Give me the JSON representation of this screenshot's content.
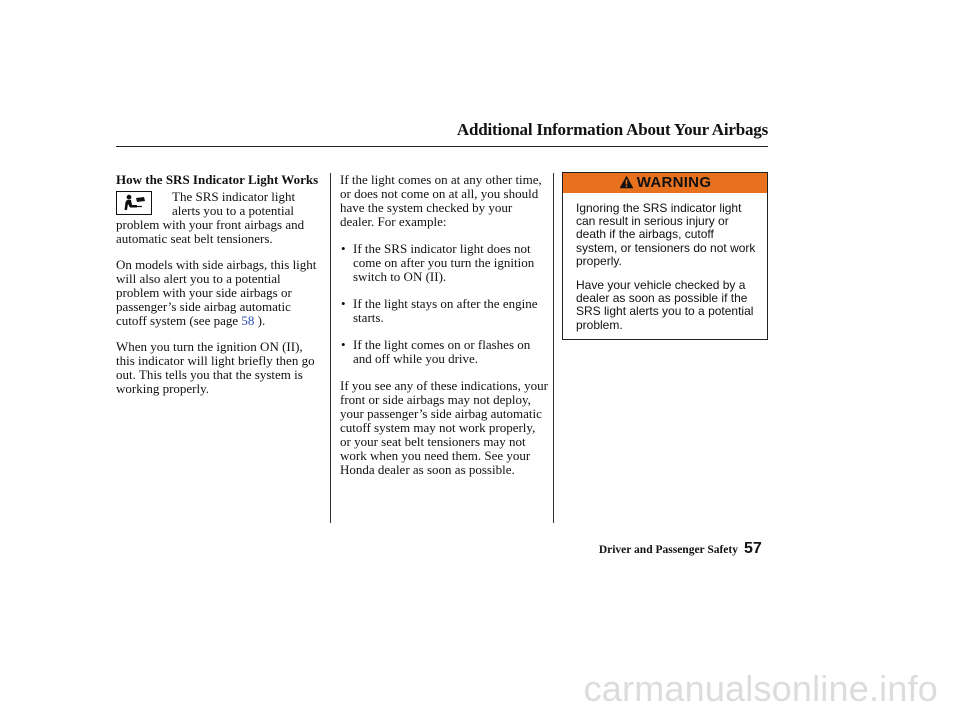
{
  "header": {
    "title": "Additional Information About Your Airbags"
  },
  "left_column": {
    "heading": "How the SRS Indicator Light Works",
    "indicator_icon": "srs-airbag-indicator-icon",
    "para1_lead": "The SRS indicator light alerts you to a potential",
    "para1_rest": "problem with your front airbags and automatic seat belt tensioners.",
    "para2_before_link": "On models with side airbags, this light will also alert you to a potential problem with your side airbags or passenger’s side airbag automatic cutoff system (see page",
    "para2_link": "58",
    "para2_after_link": ").",
    "para3": "When you turn the ignition ON (II), this indicator will light briefly then go out. This tells you that the system is working properly."
  },
  "middle_column": {
    "intro": "If the light comes on at any other time, or does not come on at all, you should have the system checked by your dealer. For example:",
    "bullets": [
      "If the SRS indicator light does not come on after you turn the ignition switch to ON (II).",
      "If the light stays on after the engine starts.",
      "If the light comes on or flashes on and off while you drive."
    ],
    "bullet_marker": "•",
    "closing": "If you see any of these indications, your front or side airbags may not deploy, your passenger’s side airbag automatic cutoff system may not work properly, or your seat belt tensioners may not work when you need them. See your Honda dealer as soon as possible."
  },
  "warning": {
    "label": "WARNING",
    "icon": "warning-triangle-icon",
    "header_color": "#E8711E",
    "paragraphs": [
      "Ignoring the SRS indicator light can result in serious injury or death if the airbags, cutoff system, or tensioners do not work properly.",
      "Have your vehicle checked by a dealer as soon as possible if the SRS light alerts you to a potential problem."
    ]
  },
  "footer": {
    "section": "Driver and Passenger Safety",
    "page_number": "57"
  },
  "watermark": "carmanualsonline.info"
}
